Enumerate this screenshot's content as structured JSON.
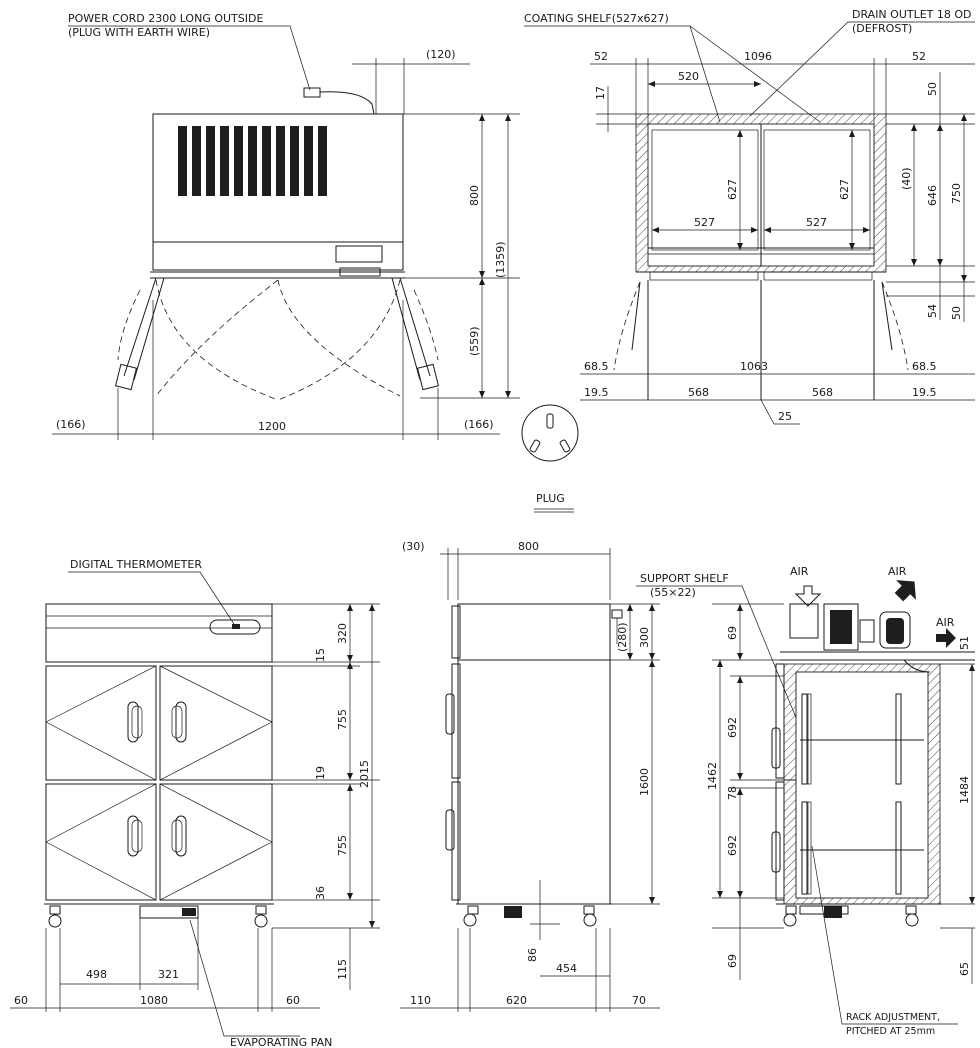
{
  "views": {
    "top": {
      "power_cord": "POWER CORD 2300 LONG OUTSIDE",
      "plug_earth": "(PLUG WITH EARTH WIRE)",
      "d_120": "(120)",
      "d_800": "800",
      "d_1359": "(1359)",
      "d_559": "(559)",
      "d_166_left": "(166)",
      "d_1200": "1200",
      "d_166_right": "(166)"
    },
    "plan": {
      "coating_shelf": "COATING SHELF(527x627)",
      "drain_outlet": "DRAIN OUTLET 18 OD",
      "defrost": "(DEFROST)",
      "d_52_left": "52",
      "d_1096": "1096",
      "d_52_right": "52",
      "d_520": "520",
      "d_17": "17",
      "d_627_a": "627",
      "d_627_b": "627",
      "d_527_a": "527",
      "d_527_b": "527",
      "d_50_top": "50",
      "d_40": "(40)",
      "d_646": "646",
      "d_750": "750",
      "d_54": "54",
      "d_50_bot": "50",
      "d_68_5_left": "68.5",
      "d_1063": "1063",
      "d_68_5_right": "68.5",
      "d_19_5_left": "19.5",
      "d_568_a": "568",
      "d_568_b": "568",
      "d_19_5_right": "19.5",
      "d_25": "25"
    },
    "plug": {
      "label": "PLUG"
    },
    "front": {
      "digital_thermometer": "DIGITAL THERMOMETER",
      "d_15": "15",
      "d_320": "320",
      "d_755_a": "755",
      "d_19": "19",
      "d_2015": "2015",
      "d_755_b": "755",
      "d_36": "36",
      "d_115": "115",
      "d_498": "498",
      "d_321": "321",
      "d_60_left": "60",
      "d_1080": "1080",
      "d_60_right": "60",
      "evaporating_pan": "EVAPORATING PAN"
    },
    "side": {
      "d_30": "(30)",
      "d_800": "800",
      "d_280": "(280)",
      "d_300": "300",
      "d_1600": "1600",
      "d_86": "86",
      "d_454": "454",
      "d_110": "110",
      "d_620": "620",
      "d_70": "70"
    },
    "section": {
      "support_shelf": "SUPPORT SHELF",
      "support_shelf_size": "(55×22)",
      "air_1": "AIR",
      "air_2": "AIR",
      "air_3": "AIR",
      "d_69_top": "69",
      "d_51": "51",
      "d_692_a": "692",
      "d_1462": "1462",
      "d_78": "78",
      "d_1484": "1484",
      "d_692_b": "692",
      "d_69_bot": "69",
      "d_65": "65",
      "rack_adjustment": "RACK ADJUSTMENT,",
      "pitched": "PITCHED AT 25mm"
    }
  },
  "colors": {
    "ink": "#1a1a1a",
    "paper": "#ffffff"
  }
}
